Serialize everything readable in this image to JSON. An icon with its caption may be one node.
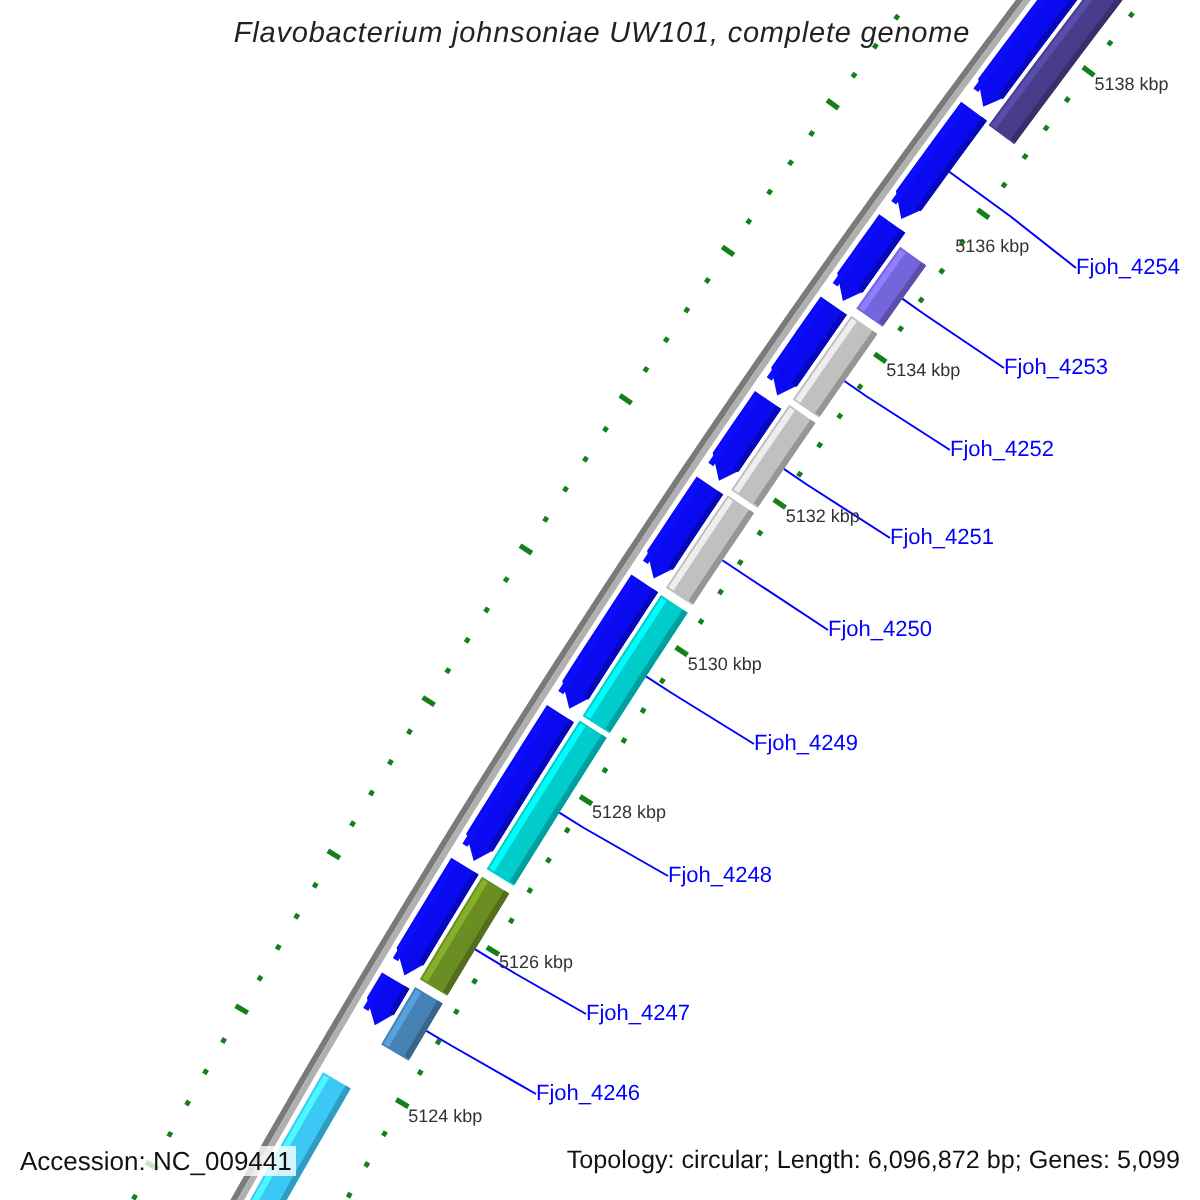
{
  "diagram": {
    "title": "Flavobacterium johnsoniae UW101, complete genome",
    "nodes": [
      {
        "text": [
          "Fjoh_4246"
        ]
      },
      {
        "text": [
          "Fjoh_4247"
        ]
      },
      {
        "text": [
          "Fjoh_4248"
        ]
      },
      {
        "text": [
          "Fjoh_4249"
        ]
      },
      {
        "text": [
          "Fjoh_4250"
        ]
      },
      {
        "text": [
          "Fjoh_4251"
        ]
      },
      {
        "text": [
          "Fjoh_4252"
        ]
      },
      {
        "text": [
          "Fjoh_4253"
        ]
      },
      {
        "text": [
          "Fjoh_4254"
        ]
      },
      {
        "text": [],
        "shape": "bar"
      },
      {
        "text": [],
        "shape": "bar"
      },
      {
        "text": [],
        "shape": "bar"
      },
      {
        "text": [],
        "shape": "bar"
      },
      {
        "text": [],
        "shape": "bar"
      },
      {
        "text": [],
        "shape": "bar"
      },
      {
        "text": [],
        "shape": "bar"
      },
      {
        "text": [],
        "shape": "bar"
      },
      {
        "text": [],
        "shape": "bar"
      }
    ],
    "edges": [
      {
        "from": 0,
        "to": 9,
        "arrow": "none"
      },
      {
        "from": 1,
        "to": 10,
        "arrow": "none"
      },
      {
        "from": 2,
        "to": 11,
        "arrow": "none"
      },
      {
        "from": 3,
        "to": 12,
        "arrow": "none"
      },
      {
        "from": 4,
        "to": 13,
        "arrow": "none"
      },
      {
        "from": 5,
        "to": 14,
        "arrow": "none"
      },
      {
        "from": 6,
        "to": 15,
        "arrow": "none"
      },
      {
        "from": 7,
        "to": 16,
        "arrow": "none"
      },
      {
        "from": 8,
        "to": 17,
        "arrow": "none"
      }
    ],
    "labels": [
      "5138 kbp",
      "5136 kbp",
      "5134 kbp",
      "5132 kbp",
      "5130 kbp",
      "5128 kbp",
      "5126 kbp",
      "5124 kbp",
      "Accession: NC_009441",
      "Topology: circular; Length: 6,096,872 bp; Genes: 5,099"
    ]
  }
}
